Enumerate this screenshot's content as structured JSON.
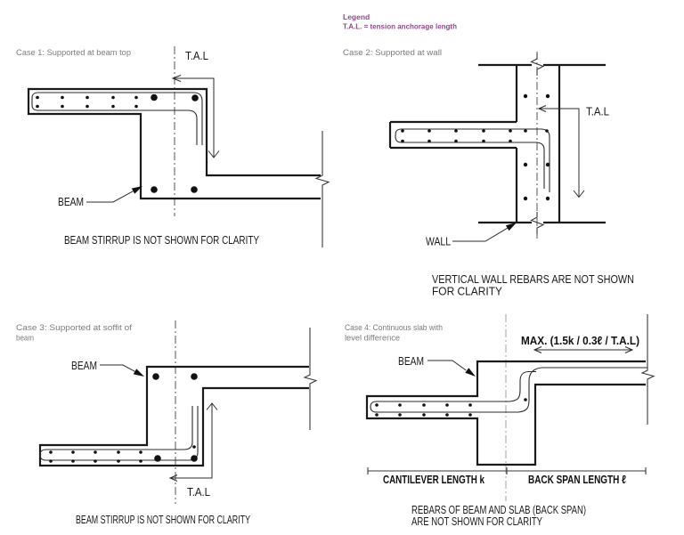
{
  "legend": {
    "title": "Legend",
    "definition": "T.A.L. = tension anchorage length"
  },
  "colors": {
    "legend_text": "#8e4b8a",
    "case_title_text": "#7c7c7c",
    "line": "#1a1a1a",
    "centerline": "#555555",
    "centerline_light": "#a3a3a3"
  },
  "cases": {
    "case1": {
      "title": "Case 1: Supported at beam top",
      "beam_label": "BEAM",
      "tal_label": "T.A.L",
      "note": "BEAM STIRRUP IS NOT SHOWN FOR CLARITY"
    },
    "case2": {
      "title": "Case 2: Supported at wall",
      "wall_label": "WALL",
      "tal_label": "T.A.L",
      "note_line1": "VERTICAL WALL REBARS ARE NOT SHOWN",
      "note_line2": "FOR CLARITY"
    },
    "case3": {
      "title_line1": "Case 3: Supported at soffit of",
      "title_line2": "beam",
      "beam_label": "BEAM",
      "tal_label": "T.A.L",
      "note": "BEAM STIRRUP IS NOT SHOWN FOR CLARITY"
    },
    "case4": {
      "title_line1": "Case 4: Continuous slab with",
      "title_line2": "level difference",
      "beam_label": "BEAM",
      "max_label": "MAX. (1.5k / 0.3ℓ / T.A.L)",
      "cantilever_label": "CANTILEVER LENGTH k",
      "backspan_label": "BACK SPAN LENGTH ℓ",
      "note_line1": "REBARS OF BEAM AND SLAB (BACK SPAN)",
      "note_line2": "ARE NOT SHOWN FOR CLARITY"
    }
  }
}
